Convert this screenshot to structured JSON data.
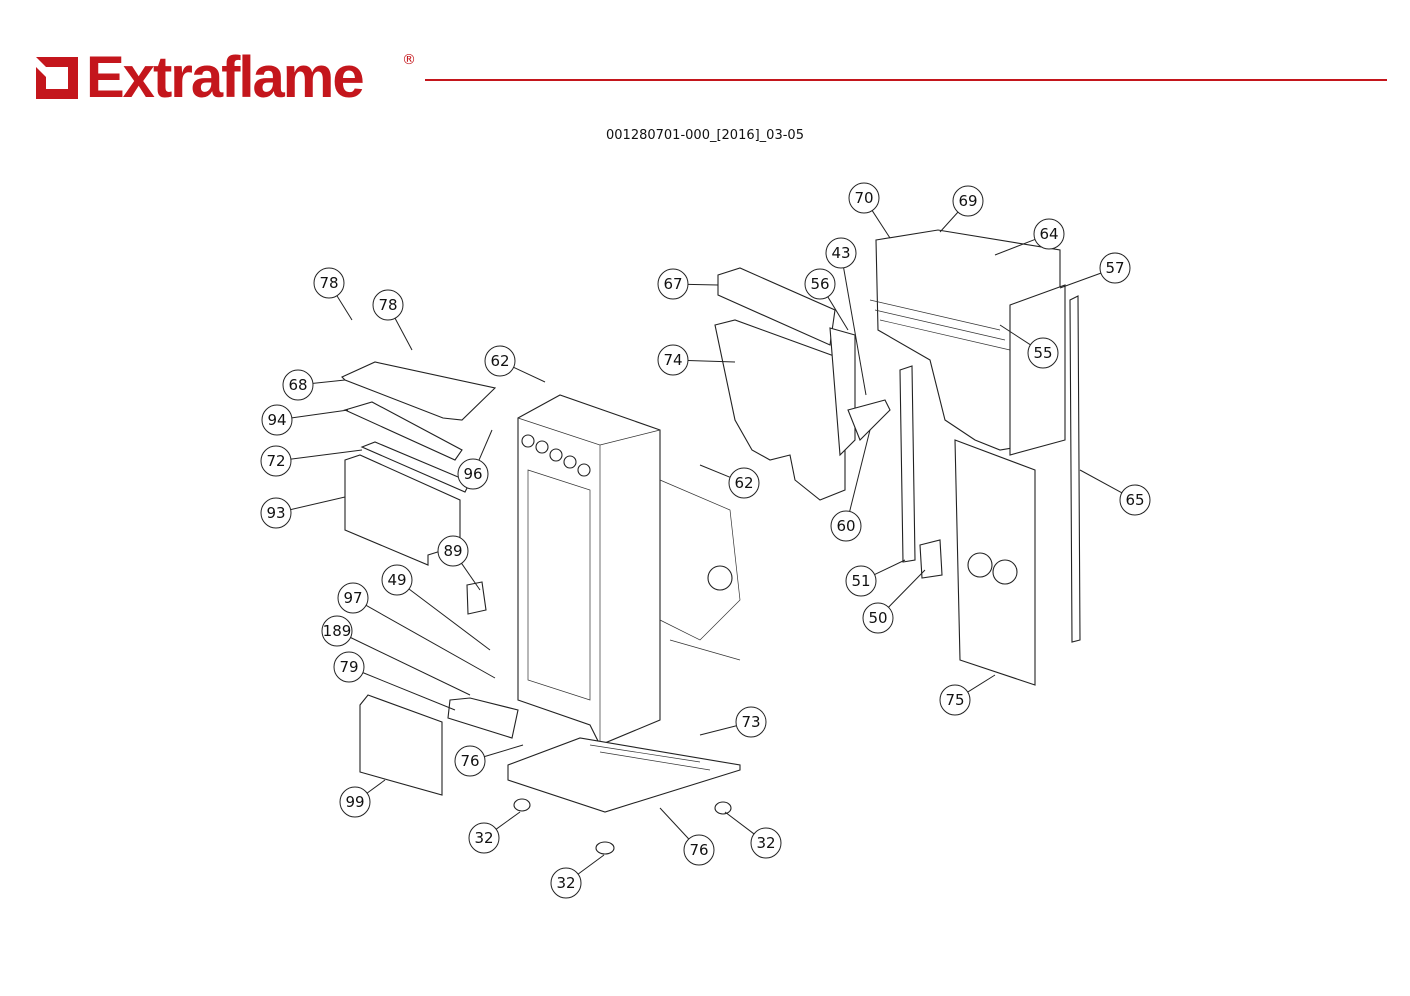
{
  "brand": {
    "name": "Extraflame",
    "registered_mark": "®",
    "color": "#c4161c"
  },
  "document_code": "001280701-000_[2016]_03-05",
  "callouts": [
    "78",
    "78",
    "68",
    "94",
    "72",
    "93",
    "89",
    "49",
    "97",
    "189",
    "79",
    "99",
    "76",
    "32",
    "32",
    "76",
    "32",
    "73",
    "62",
    "96",
    "62",
    "67",
    "74",
    "56",
    "43",
    "60",
    "70",
    "69",
    "64",
    "57",
    "55",
    "65",
    "51",
    "50",
    "75"
  ]
}
